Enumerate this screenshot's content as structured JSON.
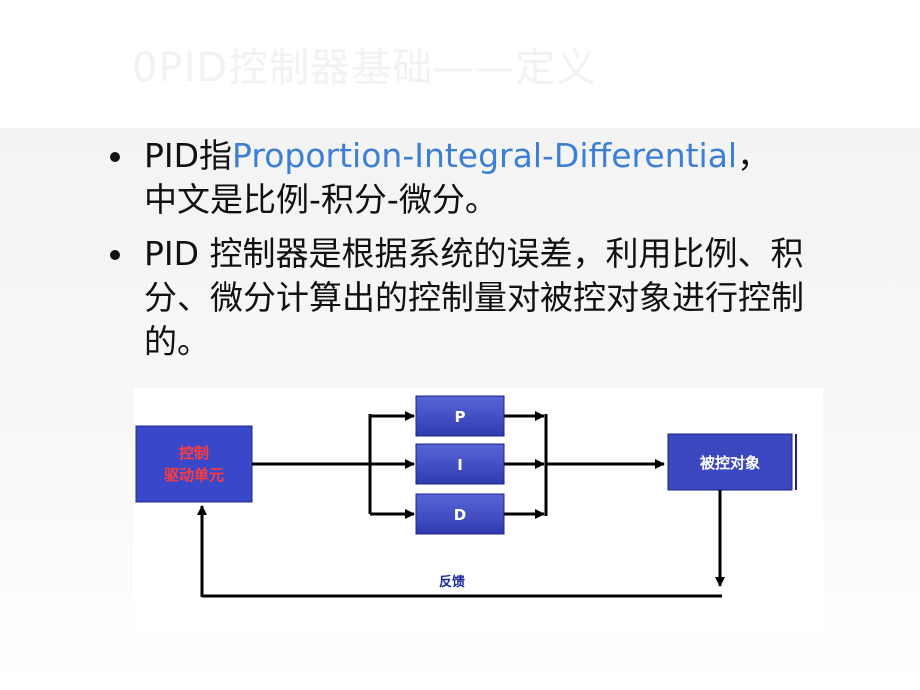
{
  "slide": {
    "title": "0PID控制器基础——定义",
    "bullet1": {
      "prefix": "PID指",
      "term": "Proportion-Integral-Differential",
      "suffix": "，",
      "line2": "中文是比例-积分-微分。"
    },
    "bullet2": "PID 控制器是根据系统的误差，利用比例、积分、微分计算出的控制量对被控对象进行控制的。"
  },
  "diagram": {
    "controller_label_line1": "控制",
    "controller_label_line2": "驱动单元",
    "p_label": "P",
    "i_label": "I",
    "d_label": "D",
    "plant_label": "被控对象",
    "feedback_label": "反馈",
    "colors": {
      "controller_fill": "#3848c8",
      "controller_text": "#ff3c3c",
      "block_fill": "#3c48c0",
      "block_text": "#ffffff",
      "line": "#000000",
      "feedback_text": "#1a2a9c"
    }
  }
}
